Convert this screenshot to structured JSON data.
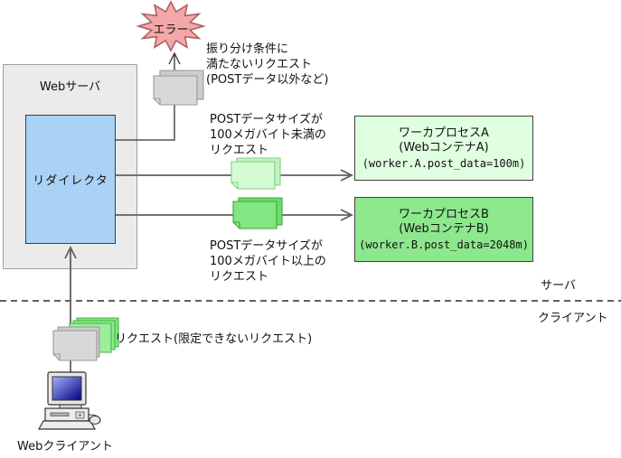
{
  "diagram_title": "redirector-request-routing-diagram",
  "colors": {
    "server_zone_fill": "#ebebeb",
    "redirector_fill": "#a9d2f4",
    "worker_a_fill": "#e0ffe0",
    "worker_b_fill": "#8de88d",
    "error_star_fill": "#f2a8a8",
    "error_star_stroke": "#b25f5f",
    "doc_gray": "#d8d8d8",
    "doc_green_light": "#d4fbd4",
    "doc_green_dark": "#82e682",
    "connector_gray": "#606060"
  },
  "web_server": {
    "label": "Webサーバ"
  },
  "redirector": {
    "label": "リダイレクタ"
  },
  "error": {
    "label": "エラー"
  },
  "notes": {
    "error_condition": [
      "振り分け条件に",
      "満たないリクエスト",
      "(POSTデータ以外など)"
    ],
    "request_small": [
      "POSTデータサイズが",
      "100メガバイト未満の",
      "リクエスト"
    ],
    "request_large": [
      "POSTデータサイズが",
      "100メガバイト以上の",
      "リクエスト"
    ],
    "client_request": "リクエスト(限定できないリクエスト)"
  },
  "worker_a": {
    "title": "ワーカプロセスA",
    "container": "(WebコンテナA)",
    "config": "(worker.A.post_data=100m)"
  },
  "worker_b": {
    "title": "ワーカプロセスB",
    "container": "(WebコンテナB)",
    "config": "(worker.B.post_data=2048m)"
  },
  "zones": {
    "server": "サーバ",
    "client": "クライアント"
  },
  "web_client": {
    "label": "Webクライアント"
  }
}
